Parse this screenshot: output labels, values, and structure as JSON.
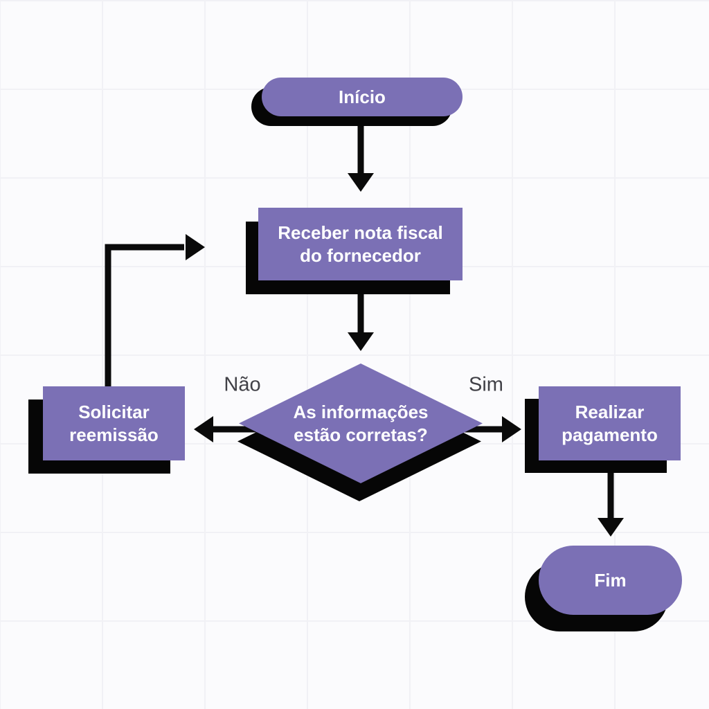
{
  "colors": {
    "background": "#fbfbfd",
    "grid_line": "#f1f1f5",
    "node_fill": "#7b70b5",
    "node_shadow": "#060606",
    "arrow": "#0a0a0a",
    "node_text": "#ffffff",
    "edge_label_text": "#414147"
  },
  "flowchart": {
    "nodes": [
      {
        "id": "start",
        "type": "terminator",
        "label": "Início"
      },
      {
        "id": "receive-invoice",
        "type": "process",
        "label": "Receber nota fiscal do fornecedor",
        "line1": "Receber nota fiscal",
        "line2": "do fornecedor"
      },
      {
        "id": "decision",
        "type": "decision",
        "label": "As informações estão corretas?",
        "line1": "As informações",
        "line2": "estão corretas?"
      },
      {
        "id": "request-reissue",
        "type": "process",
        "label": "Solicitar reemissão",
        "line1": "Solicitar",
        "line2": "reemissão"
      },
      {
        "id": "make-payment",
        "type": "process",
        "label": "Realizar pagamento",
        "line1": "Realizar",
        "line2": "pagamento"
      },
      {
        "id": "end",
        "type": "terminator",
        "label": "Fim"
      }
    ],
    "edge_labels": [
      {
        "id": "no",
        "text": "Não"
      },
      {
        "id": "yes",
        "text": "Sim"
      }
    ],
    "edges": [
      {
        "from": "start",
        "to": "receive-invoice",
        "label": ""
      },
      {
        "from": "receive-invoice",
        "to": "decision",
        "label": ""
      },
      {
        "from": "decision",
        "to": "request-reissue",
        "label": "Não"
      },
      {
        "from": "decision",
        "to": "make-payment",
        "label": "Sim"
      },
      {
        "from": "make-payment",
        "to": "end",
        "label": ""
      },
      {
        "from": "request-reissue",
        "to": "receive-invoice",
        "label": ""
      }
    ]
  }
}
